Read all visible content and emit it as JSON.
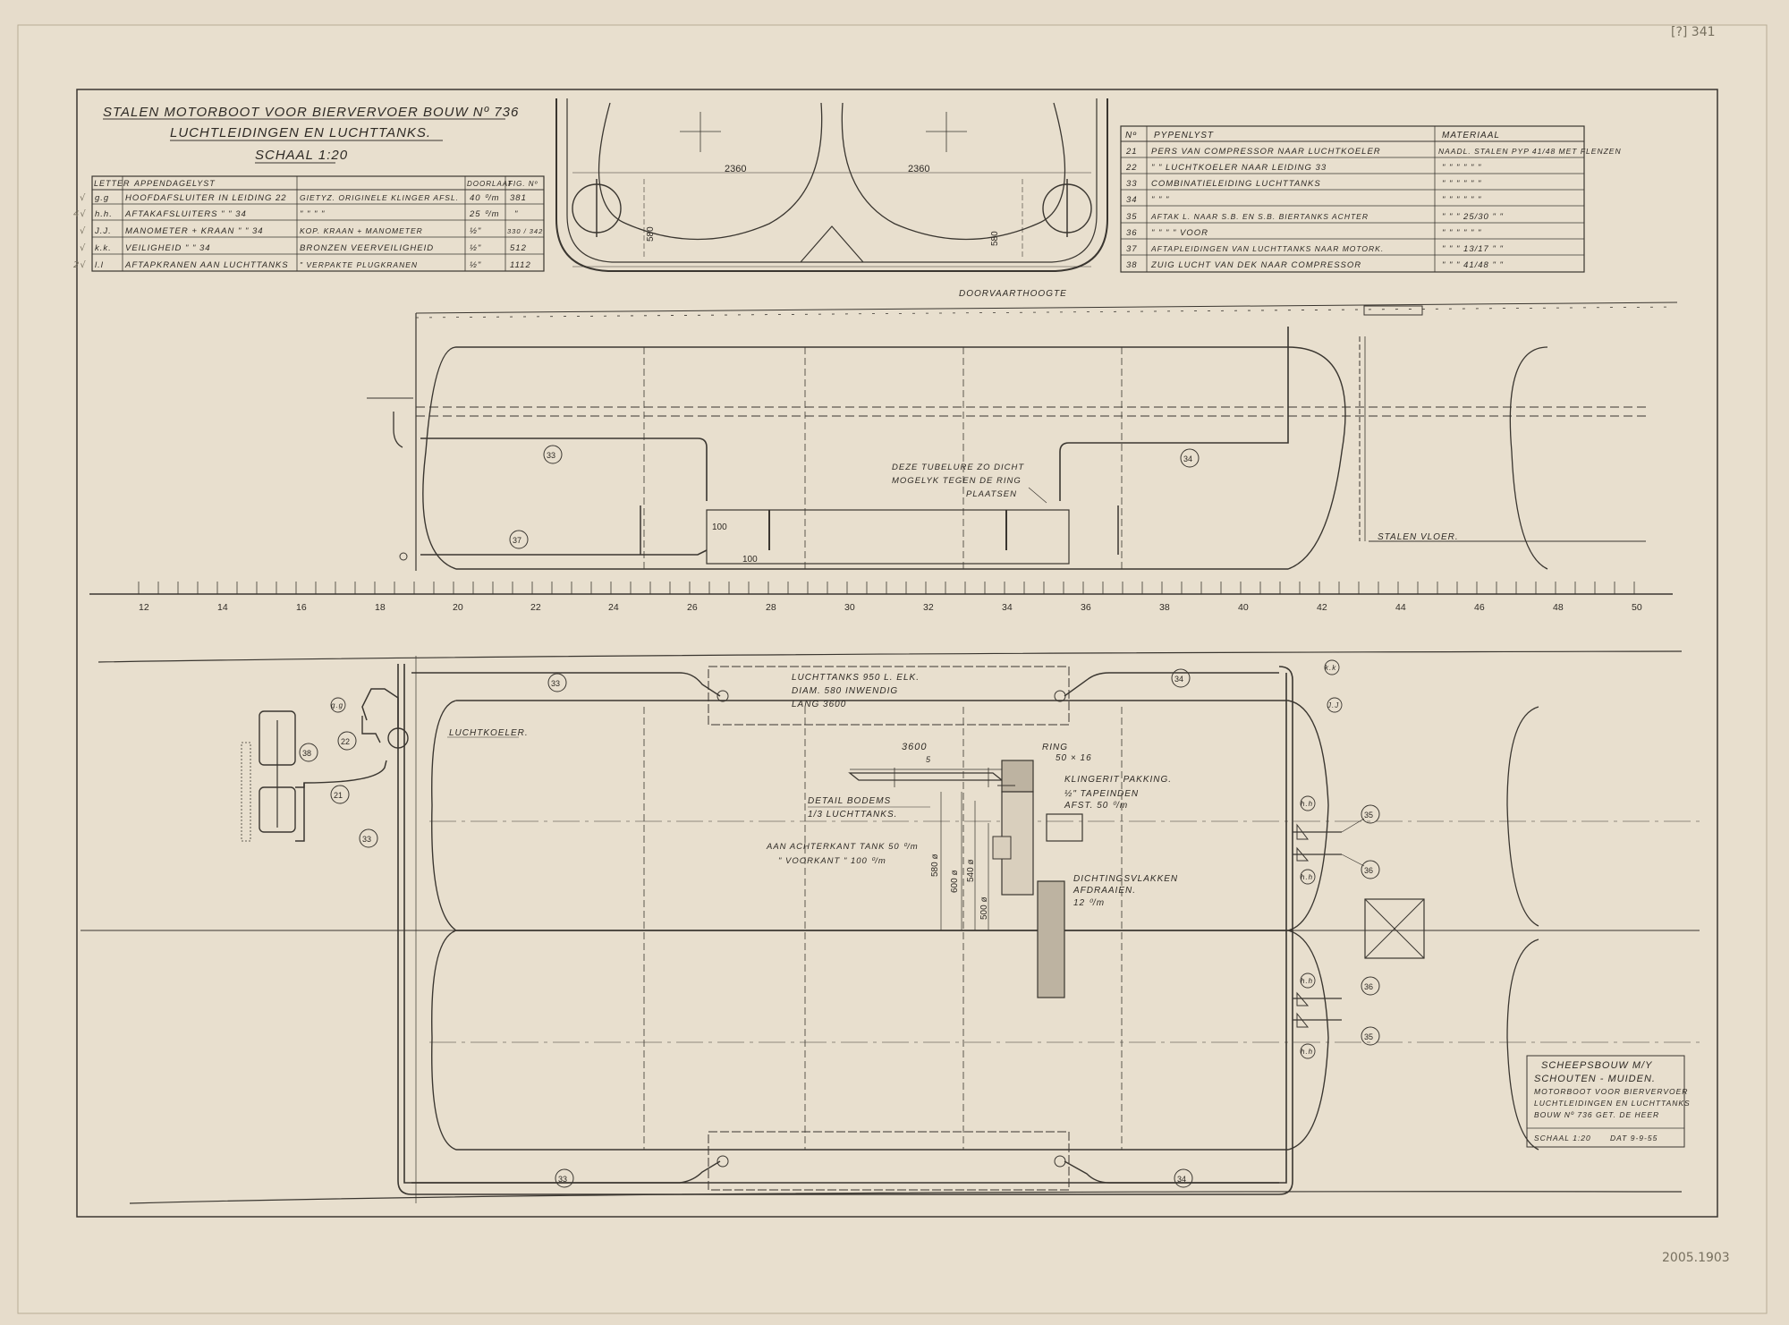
{
  "corner_marks": {
    "top_right": "[?] 341",
    "bottom_right": "2005.1903"
  },
  "title_block": {
    "line1": "STALEN MOTORBOOT VOOR BIERVERVOER  BOUW Nº 736",
    "line2": "LUCHTLEIDINGEN EN LUCHTTANKS.",
    "line3": "SCHAAL 1:20"
  },
  "appendage_table": {
    "headers": [
      "LETTER",
      "APPENDAGELYST",
      "",
      "DOORLAAT",
      "FIG. Nº"
    ],
    "rows": [
      {
        "mark": "√",
        "letter": "g.g",
        "desc": "HOOFDAFSLUITER IN LEIDING 22",
        "type": "GIETYZ. ORIGINELE KLINGER AFSL.",
        "size": "40 ⁰/m",
        "fig": "381"
      },
      {
        "mark": "4√",
        "letter": "h.h.",
        "desc": "AFTAKAFSLUITERS  \"   \"  34",
        "type": "\"     \"     \"     \"",
        "size": "25 ⁰/m",
        "fig": "\""
      },
      {
        "mark": "√",
        "letter": "J.J.",
        "desc": "MANOMETER + KRAAN  \"  \"  34",
        "type": "KOP. KRAAN + MANOMETER",
        "size": "½\"",
        "fig": "330 / 342"
      },
      {
        "mark": "√",
        "letter": "k.k.",
        "desc": "VEILIGHEID  \"  \"  34",
        "type": "BRONZEN VEERVEILIGHEID",
        "size": "½\"",
        "fig": "512"
      },
      {
        "mark": "2√",
        "letter": "l.l",
        "desc": "AFTAPKRANEN AAN LUCHTTANKS",
        "type": "\"  VERPAKTE PLUGKRANEN",
        "size": "½\"",
        "fig": "1112"
      }
    ]
  },
  "pipe_table": {
    "headers": [
      "Nº",
      "PYPENLYST",
      "MATERIAAL"
    ],
    "rows": [
      {
        "no": "21",
        "desc": "PERS VAN COMPRESSOR NAAR LUCHTKOELER",
        "material": "NAADL. STALEN PYP 41/48 MET FLENZEN"
      },
      {
        "no": "22",
        "desc": "\"  \"  LUCHTKOELER NAAR LEIDING 33",
        "material": "\"    \"    \"    \"    \"    \""
      },
      {
        "no": "33",
        "desc": "COMBINATIELEIDING LUCHTTANKS",
        "material": "\"    \"    \"    \"    \"    \""
      },
      {
        "no": "34",
        "desc": "\"     \"     \"",
        "material": "\"    \"    \"    \"    \"    \""
      },
      {
        "no": "35",
        "desc": "AFTAK L. NAAR S.B. EN S.B. BIERTANKS ACHTER",
        "material": "\"   \"   \"  25/30  \"   \""
      },
      {
        "no": "36",
        "desc": "\"     \"     \"     \"   VOOR",
        "material": "\"    \"    \"    \"    \"    \""
      },
      {
        "no": "37",
        "desc": "AFTAPLEIDINGEN VAN LUCHTTANKS NAAR MOTORK.",
        "material": "\"   \"   \"  13/17  \"   \""
      },
      {
        "no": "38",
        "desc": "ZUIG LUCHT VAN DEK NAAR COMPRESSOR",
        "material": "\"   \"   \"  41/48  \"   \""
      }
    ]
  },
  "section_view": {
    "dim_left": "2360",
    "dim_right": "2360",
    "height_left": "580",
    "height_right": "580"
  },
  "side_view": {
    "clearance_label": "DOORVAARTHOOGTE",
    "note_line1": "DEZE TUBELURE ZO DICHT",
    "note_line2": "MOGELYK TEGEN DE RING",
    "note_line3": "PLAATSEN",
    "floor_label": "STALEN VLOER.",
    "dim_a": "100",
    "dim_b": "100",
    "frame_numbers": [
      "12",
      "14",
      "16",
      "18",
      "20",
      "22",
      "24",
      "26",
      "28",
      "30",
      "32",
      "34",
      "36",
      "38",
      "40",
      "42",
      "44",
      "46",
      "48",
      "50"
    ],
    "pipe_tags": [
      "33",
      "34",
      "37"
    ]
  },
  "plan_view": {
    "tanks_note_line1": "LUCHTTANKS 950 L. ELK.",
    "tanks_note_line2": "DIAM. 580 INWENDIG",
    "tanks_note_line3": "LANG 3600",
    "cooler_label": "LUCHTKOELER.",
    "pipe_tags": [
      "33",
      "33",
      "33",
      "34",
      "34",
      "21",
      "22",
      "38",
      "35",
      "36",
      "36",
      "35"
    ],
    "valve_tags": [
      "g.g",
      "k.k",
      "J.J",
      "h.h",
      "h.h",
      "h.h",
      "h.h"
    ]
  },
  "detail": {
    "dim_length": "3600",
    "dim_five": "5",
    "ring_label": "RING",
    "ring_size": "50 × 16",
    "gasket_label": "KLINGERIT PAKKING.",
    "tap_line1": "½\" TAPEINDEN",
    "tap_line2": "AFST. 50 ⁰/m",
    "title_line1": "DETAIL BODEMS",
    "title_line2": "1/3 LUCHTTANKS.",
    "rear_note": "AAN ACHTERKANT TANK 50 ⁰/m",
    "front_note": "\"   VOORKANT  \"  100 ⁰/m",
    "dia_580": "580 ø",
    "dia_600": "600 ø",
    "dia_540": "540 ø",
    "dia_500": "500 ø",
    "seal_line1": "DICHTINGSVLAKKEN",
    "seal_line2": "AFDRAAIEN.",
    "seal_dim": "12 ⁰/m"
  },
  "stamp": {
    "line1": "SCHEEPSBOUW M/Y",
    "line2": "SCHOUTEN - MUIDEN.",
    "line3": "MOTORBOOT VOOR BIERVERVOER",
    "line4": "LUCHTLEIDINGEN EN LUCHTTANKS",
    "line5": "BOUW Nº 736  GET. DE HEER",
    "scale": "SCHAAL 1:20",
    "date": "DAT 9-9-55"
  }
}
